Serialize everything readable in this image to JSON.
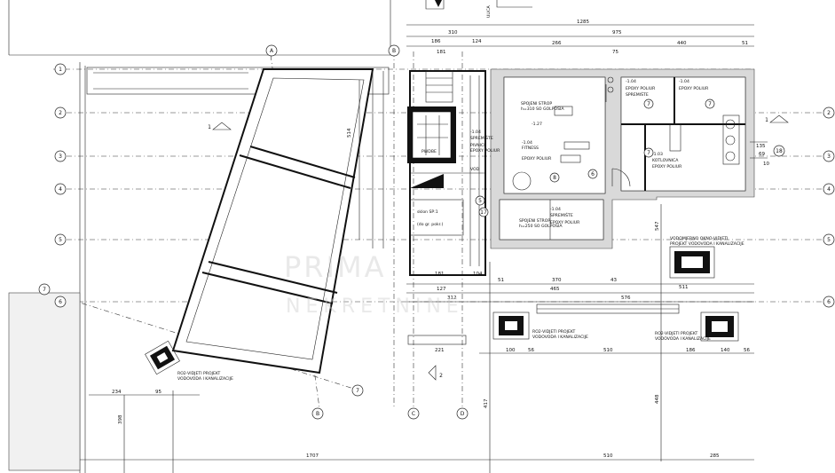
{
  "grid_bubbles_left": [
    "1",
    "2",
    "3",
    "4",
    "5",
    "6",
    "7"
  ],
  "grid_bubbles_top": [
    "A",
    "B"
  ],
  "grid_bubbles_bottom": [
    "B",
    "C",
    "D"
  ],
  "grid_bubbles_right": [
    "18"
  ],
  "room_numbers": [
    "5",
    "6",
    "7",
    "7",
    "7",
    "8",
    "17"
  ],
  "top_dimensions": [
    "1285",
    "975",
    "310",
    "186",
    "124",
    "266",
    "440",
    "51",
    "181",
    "75"
  ],
  "mid_dimensions": [
    "181",
    "104",
    "370",
    "43",
    "127",
    "465",
    "576",
    "312",
    "51",
    "511",
    "221"
  ],
  "bottom_dimensions": [
    "1707",
    "510",
    "285",
    "100",
    "56",
    "510",
    "186",
    "140",
    "56",
    "234",
    "95"
  ],
  "side_dimensions": [
    "514",
    "547",
    "417",
    "448",
    "398",
    "69",
    "135",
    "10"
  ],
  "room_labels": [
    "SPOJENI STROP",
    "h=310 SO GOLPOSIA",
    "PIVNICE",
    "EPOXY POLIUR",
    "-1.27",
    "-1.04",
    "SPREMIŠTE",
    "EPOXY POLIUR",
    "-1.04",
    "SPOJENI STROP",
    "h=250 SO GOLPOSIA",
    "FITNESS",
    "EPOXY POLIUR",
    "-1.04",
    "SPREMIŠTE",
    "-1.04",
    "EPOXY POLIUR",
    "-1.04",
    "EPOXY POLIUR",
    "KOTLOVNICA",
    "EPOXY POLIUR",
    "-1.03",
    "SPREMIŠTE"
  ],
  "detail_labels": [
    "VODOMJERNO OKNO-VIDJETI",
    "PROJEKT VODOVODA I KANALIZACIJE",
    "RO2-VIDJETI PROJEKT",
    "VODOVODA I KANALIZACIJE",
    "RO2-VIDJETI PROJEKT",
    "VODOVODA I KANALIZACIJE",
    "RO2-VIDJETI PROJEKT",
    "VODOVODA I KANALIZACIJE"
  ],
  "small_notes": [
    "PWDBE",
    "sklon SP:1",
    "(do gr. pokr.)",
    "VOD"
  ],
  "section_markers": [
    "1",
    "1",
    "2"
  ],
  "vertical_street_label": "ULICA",
  "watermark": {
    "line1": "PRIMA",
    "line2": "NEKRETNINE"
  },
  "colors": {
    "line": "#111111",
    "hatch": "#d9d9d9",
    "background": "#ffffff",
    "watermark": "#cfcfcf"
  }
}
